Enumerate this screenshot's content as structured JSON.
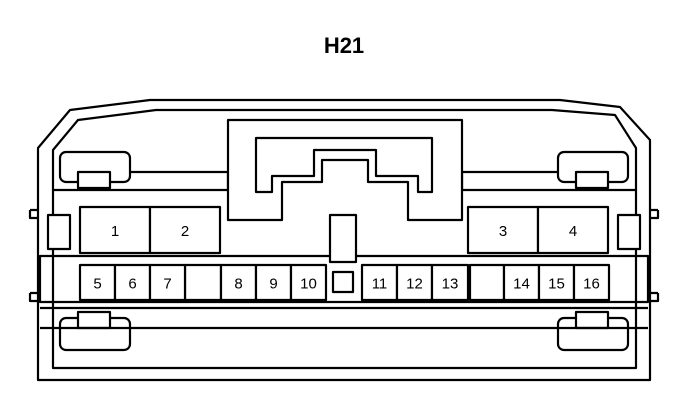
{
  "connector": {
    "title": "H21",
    "pins": [
      {
        "id": "1",
        "label": "1"
      },
      {
        "id": "2",
        "label": "2"
      },
      {
        "id": "3",
        "label": "3"
      },
      {
        "id": "4",
        "label": "4"
      },
      {
        "id": "5",
        "label": "5"
      },
      {
        "id": "6",
        "label": "6"
      },
      {
        "id": "7",
        "label": "7"
      },
      {
        "id": "8",
        "label": "8"
      },
      {
        "id": "9",
        "label": "9"
      },
      {
        "id": "10",
        "label": "10"
      },
      {
        "id": "11",
        "label": "11"
      },
      {
        "id": "12",
        "label": "12"
      },
      {
        "id": "13",
        "label": "13"
      },
      {
        "id": "14",
        "label": "14"
      },
      {
        "id": "15",
        "label": "15"
      },
      {
        "id": "16",
        "label": "16"
      }
    ]
  }
}
